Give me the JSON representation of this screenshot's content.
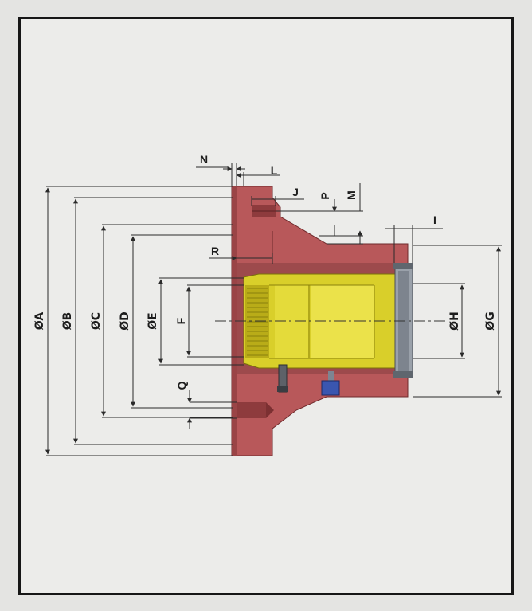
{
  "diagram": {
    "colors": {
      "housing": "#b8585a",
      "housing_shadow": "#8e3b3d",
      "insert": "#d9cf2a",
      "insert_shadow": "#a79d12",
      "ring": "#9aa1aa",
      "bolt": "#3a56b0",
      "line": "#2a2a2a"
    },
    "labels": {
      "A": "ØA",
      "B": "ØB",
      "C": "ØC",
      "D": "ØD",
      "E": "ØE",
      "F": "F",
      "G": "ØG",
      "H": "ØH",
      "I": "I",
      "J": "J",
      "L": "L",
      "M": "M",
      "N": "N",
      "P": "P",
      "Q": "Q",
      "R": "R"
    }
  }
}
